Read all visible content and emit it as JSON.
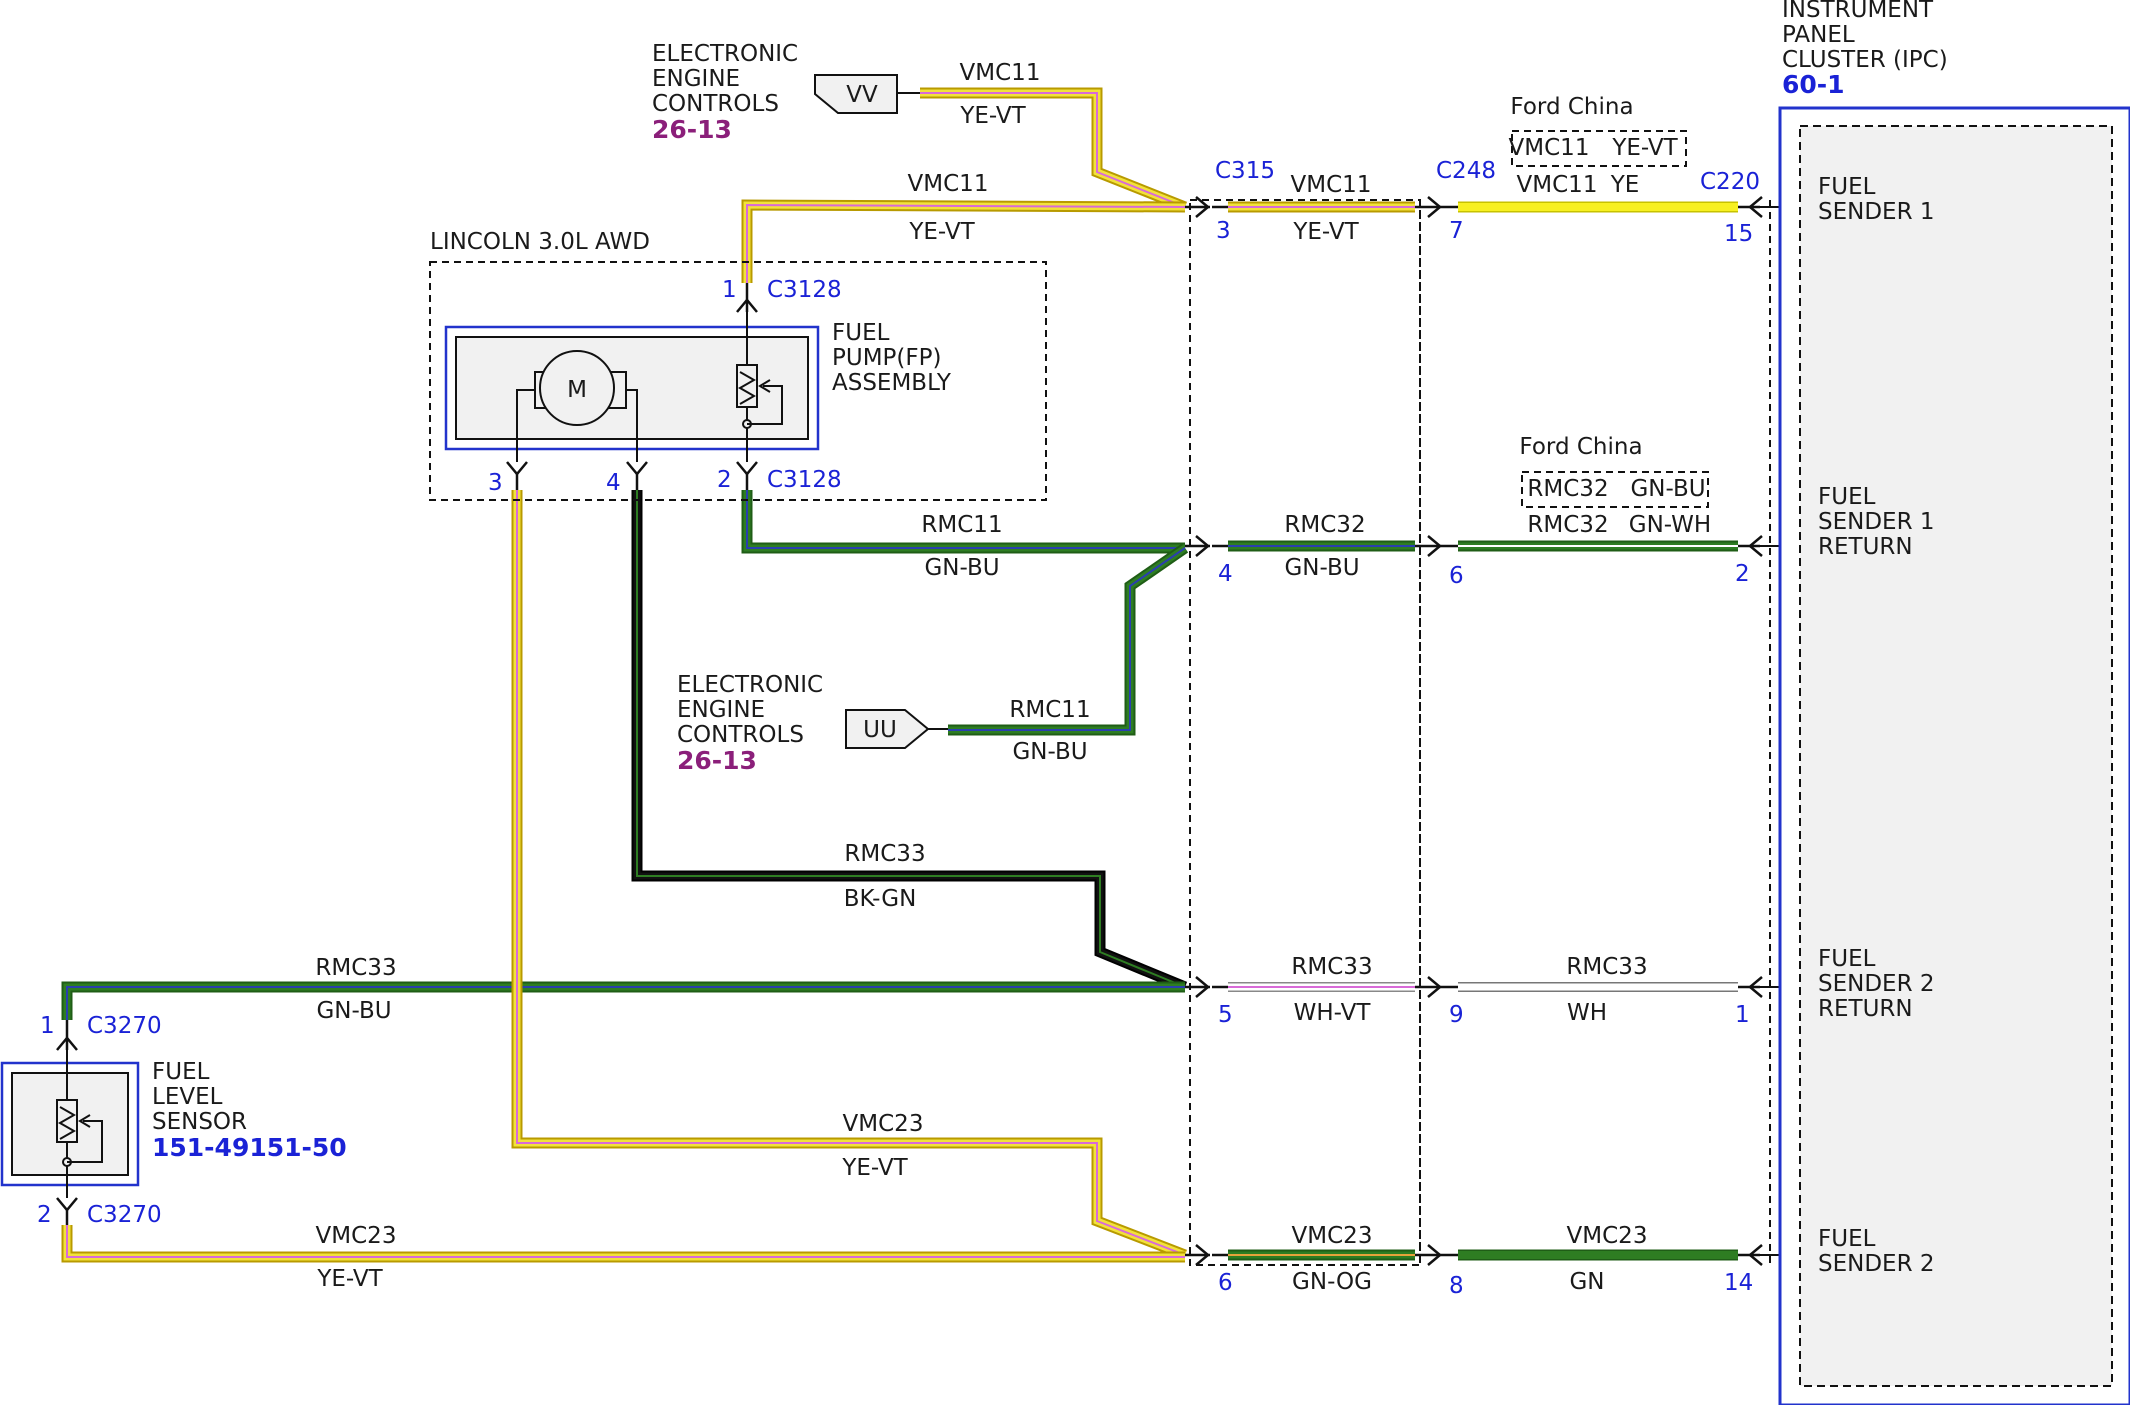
{
  "colors": {
    "yellow": "#f2e23a",
    "yellow_pure": "#f7f022",
    "green": "#2e7d22",
    "blue": "#2a3fae",
    "black": "#111111",
    "violet": "#d86ad8",
    "white_wire": "#ffffff",
    "pin_blue": "#1a22d6",
    "ref_blue": "#1a22d6",
    "ref_purple": "#8b1f7a",
    "panel_fill": "#f1f1f1",
    "panel_border": "#2233cc"
  },
  "eec_top": {
    "lines": [
      "ELECTRONIC",
      "ENGINE",
      "CONTROLS"
    ],
    "ref": "26-13",
    "connector_label": "VV",
    "wire_circuit": "VMC11",
    "wire_color": "YE-VT"
  },
  "eec_mid": {
    "lines": [
      "ELECTRONIC",
      "ENGINE",
      "CONTROLS"
    ],
    "ref": "26-13",
    "connector_label": "UU",
    "wire_circuit": "RMC11",
    "wire_color": "GN-BU"
  },
  "variant_box": {
    "label": "LINCOLN 3.0L AWD"
  },
  "fuel_pump": {
    "lines": [
      "FUEL",
      "PUMP(FP)",
      "ASSEMBLY"
    ],
    "motor_label": "M",
    "connector": "C3128",
    "pins": [
      "1",
      "2",
      "3",
      "4"
    ]
  },
  "fuel_level_sensor": {
    "lines": [
      "FUEL",
      "LEVEL",
      "SENSOR"
    ],
    "ref": "151-49151-50",
    "connector": "C3270",
    "pins": [
      "1",
      "2"
    ]
  },
  "ipc": {
    "lines": [
      "INSTRUMENT",
      "PANEL",
      "CLUSTER (IPC)"
    ],
    "ref": "60-1",
    "terminals": [
      {
        "lines": [
          "FUEL",
          "SENDER 1"
        ]
      },
      {
        "lines": [
          "FUEL",
          "SENDER 1",
          "RETURN"
        ]
      },
      {
        "lines": [
          "FUEL",
          "SENDER 2",
          "RETURN"
        ]
      },
      {
        "lines": [
          "FUEL",
          "SENDER 2"
        ]
      }
    ]
  },
  "connectors": {
    "c315": "C315",
    "c248": "C248",
    "c220": "C220"
  },
  "ford_china": [
    {
      "label": "Ford China",
      "circuit": "VMC11",
      "color": "YE-VT"
    },
    {
      "label": "Ford China",
      "circuit": "RMC32",
      "color": "GN-BU"
    }
  ],
  "wires": {
    "pump_vmc11": {
      "circuit": "VMC11",
      "color": "YE-VT"
    },
    "pump_rmc11": {
      "circuit": "RMC11",
      "color": "GN-BU"
    },
    "pump_rmc33": {
      "circuit": "RMC33",
      "color": "BK-GN"
    },
    "sensor_rmc33": {
      "circuit": "RMC33",
      "color": "GN-BU"
    },
    "pump_vmc23": {
      "circuit": "VMC23",
      "color": "YE-VT"
    },
    "sensor_vmc23": {
      "circuit": "VMC23",
      "color": "YE-VT"
    },
    "r1_mid": {
      "circuit": "VMC11",
      "color": "YE-VT"
    },
    "r1_right": {
      "circuit": "VMC11",
      "color": "YE"
    },
    "r2_mid": {
      "circuit": "RMC32",
      "color": "GN-BU"
    },
    "r2_right": {
      "circuit": "RMC32",
      "color": "GN-WH"
    },
    "r3_mid": {
      "circuit": "RMC33",
      "color": "WH-VT"
    },
    "r3_right": {
      "circuit": "RMC33",
      "color": "WH"
    },
    "r4_mid": {
      "circuit": "VMC23",
      "color": "GN-OG"
    },
    "r4_right": {
      "circuit": "VMC23",
      "color": "GN"
    }
  },
  "pins": {
    "c315": [
      "3",
      "4",
      "5",
      "6"
    ],
    "c248": [
      "7",
      "6",
      "9",
      "8"
    ],
    "c220": [
      "15",
      "2",
      "1",
      "14"
    ]
  }
}
